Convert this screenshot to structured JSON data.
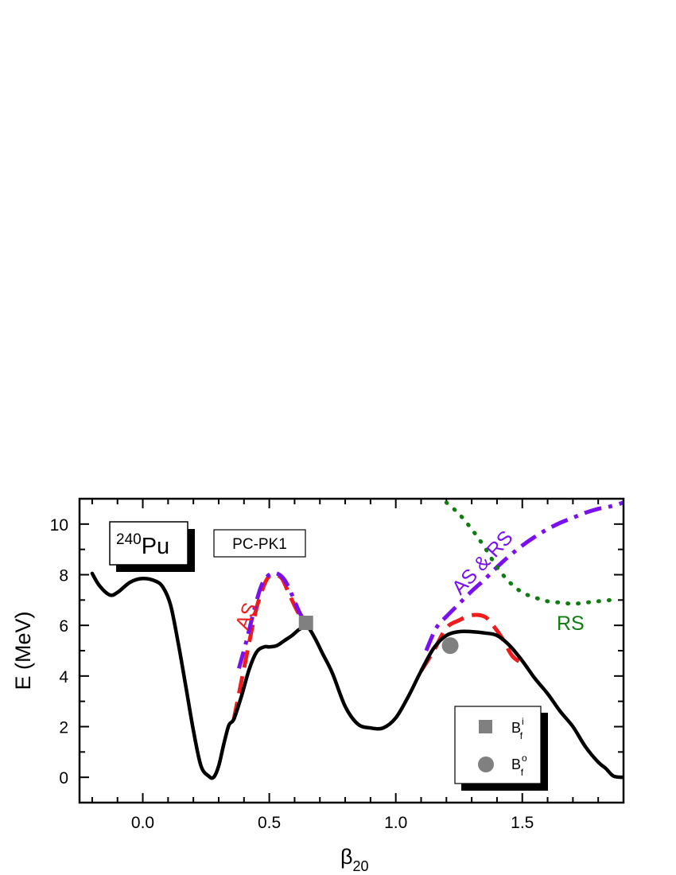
{
  "chart_data": {
    "type": "line",
    "xlabel": "β",
    "xlabel_sub": "20",
    "ylabel": "E (MeV)",
    "xlim": [
      -0.25,
      1.9
    ],
    "ylim": [
      -1.0,
      11.0
    ],
    "xticks": [
      0.0,
      0.5,
      1.0,
      1.5
    ],
    "xtick_labels": [
      "0.0",
      "0.5",
      "1.0",
      "1.5"
    ],
    "yticks": [
      0,
      2,
      4,
      6,
      8,
      10
    ],
    "ytick_labels": [
      "0",
      "2",
      "4",
      "6",
      "8",
      "10"
    ],
    "grid": false,
    "nucleus_label": {
      "mass": "240",
      "element": "Pu"
    },
    "model_label": "PC-PK1",
    "colors": {
      "axisymmetric": "#ee1c1c",
      "triaxial": "#7b10ee",
      "reflection": "#0f7d0f",
      "main": "#000000",
      "markers": "#808080"
    },
    "series": [
      {
        "style": "solid",
        "color": "#000000",
        "x": [
          -0.2,
          -0.17,
          -0.13,
          -0.1,
          -0.05,
          0.0,
          0.05,
          0.08,
          0.11,
          0.14,
          0.17,
          0.2,
          0.23,
          0.26,
          0.28,
          0.3,
          0.32,
          0.34,
          0.36,
          0.39,
          0.42,
          0.45,
          0.48,
          0.5,
          0.53,
          0.56,
          0.59,
          0.62,
          0.65,
          0.68,
          0.71,
          0.75,
          0.8,
          0.85,
          0.9,
          0.95,
          1.0,
          1.05,
          1.1,
          1.15,
          1.2,
          1.25,
          1.3,
          1.35,
          1.4,
          1.45,
          1.5,
          1.55,
          1.6,
          1.65,
          1.7,
          1.75,
          1.8,
          1.83,
          1.86,
          1.9
        ],
        "y": [
          8.05,
          7.55,
          7.2,
          7.3,
          7.7,
          7.85,
          7.75,
          7.5,
          6.8,
          5.3,
          3.6,
          1.85,
          0.45,
          0.05,
          0.0,
          0.45,
          1.3,
          2.05,
          2.3,
          3.2,
          4.25,
          4.95,
          5.15,
          5.15,
          5.2,
          5.4,
          5.6,
          5.85,
          5.95,
          5.5,
          4.9,
          4.1,
          2.8,
          2.1,
          1.95,
          1.95,
          2.35,
          3.2,
          4.2,
          5.1,
          5.6,
          5.75,
          5.75,
          5.7,
          5.6,
          5.2,
          4.6,
          3.9,
          3.3,
          2.6,
          2.0,
          1.2,
          0.6,
          0.35,
          0.05,
          0.0
        ]
      },
      {
        "name": "AS",
        "style": "dashed",
        "color": "#ee1c1c",
        "x": [
          0.36,
          0.39,
          0.42,
          0.45,
          0.48,
          0.5,
          0.52,
          0.55,
          0.58,
          0.62,
          0.66
        ],
        "y": [
          2.3,
          3.8,
          5.3,
          6.7,
          7.6,
          7.95,
          8.0,
          7.85,
          7.2,
          6.4,
          5.9
        ]
      },
      {
        "style": "dashed",
        "color": "#ee1c1c",
        "x": [
          1.1,
          1.15,
          1.2,
          1.25,
          1.3,
          1.35,
          1.38,
          1.42,
          1.46,
          1.5
        ],
        "y": [
          4.2,
          5.0,
          5.9,
          6.2,
          6.4,
          6.35,
          6.05,
          5.5,
          4.8,
          4.5
        ]
      },
      {
        "style": "dash-dot",
        "color": "#7b10ee",
        "x": [
          0.38,
          0.41,
          0.44,
          0.47,
          0.5,
          0.53,
          0.56,
          0.59,
          0.62,
          0.65
        ],
        "y": [
          4.3,
          5.4,
          6.6,
          7.6,
          8.0,
          8.05,
          7.8,
          7.2,
          6.5,
          6.0
        ]
      },
      {
        "name": "AS & RS",
        "style": "dash-dot",
        "color": "#7b10ee",
        "x": [
          1.12,
          1.16,
          1.2,
          1.25,
          1.3,
          1.35,
          1.4,
          1.45,
          1.5,
          1.55,
          1.6,
          1.65,
          1.7,
          1.75,
          1.8,
          1.85,
          1.9
        ],
        "y": [
          5.0,
          5.9,
          6.35,
          6.85,
          7.35,
          7.8,
          8.3,
          8.75,
          9.15,
          9.5,
          9.8,
          10.05,
          10.25,
          10.45,
          10.6,
          10.7,
          10.85
        ]
      },
      {
        "name": "RS",
        "style": "dotted",
        "color": "#0f7d0f",
        "x": [
          1.2,
          1.25,
          1.3,
          1.35,
          1.4,
          1.45,
          1.5,
          1.55,
          1.6,
          1.65,
          1.7,
          1.75,
          1.8,
          1.85
        ],
        "y": [
          10.85,
          10.4,
          9.8,
          9.1,
          8.3,
          7.7,
          7.3,
          7.1,
          6.95,
          6.9,
          6.85,
          6.9,
          6.95,
          7.0
        ]
      }
    ],
    "markers": [
      {
        "name": "B_f^i",
        "shape": "square",
        "color": "#808080",
        "x": 0.645,
        "y": 6.1
      },
      {
        "name": "B_f^o",
        "shape": "circle",
        "color": "#808080",
        "x": 1.215,
        "y": 5.2
      }
    ],
    "curve_labels": [
      {
        "text": "AS",
        "color": "#ee1c1c"
      },
      {
        "text": "AS & RS",
        "color": "#7b10ee"
      },
      {
        "text": "RS",
        "color": "#0f7d0f"
      }
    ],
    "legend": {
      "placement": "bottom-right",
      "entries": [
        {
          "shape": "square",
          "base": "B",
          "sub": "f",
          "sup": "i"
        },
        {
          "shape": "circle",
          "base": "B",
          "sub": "f",
          "sup": "o"
        }
      ]
    }
  }
}
